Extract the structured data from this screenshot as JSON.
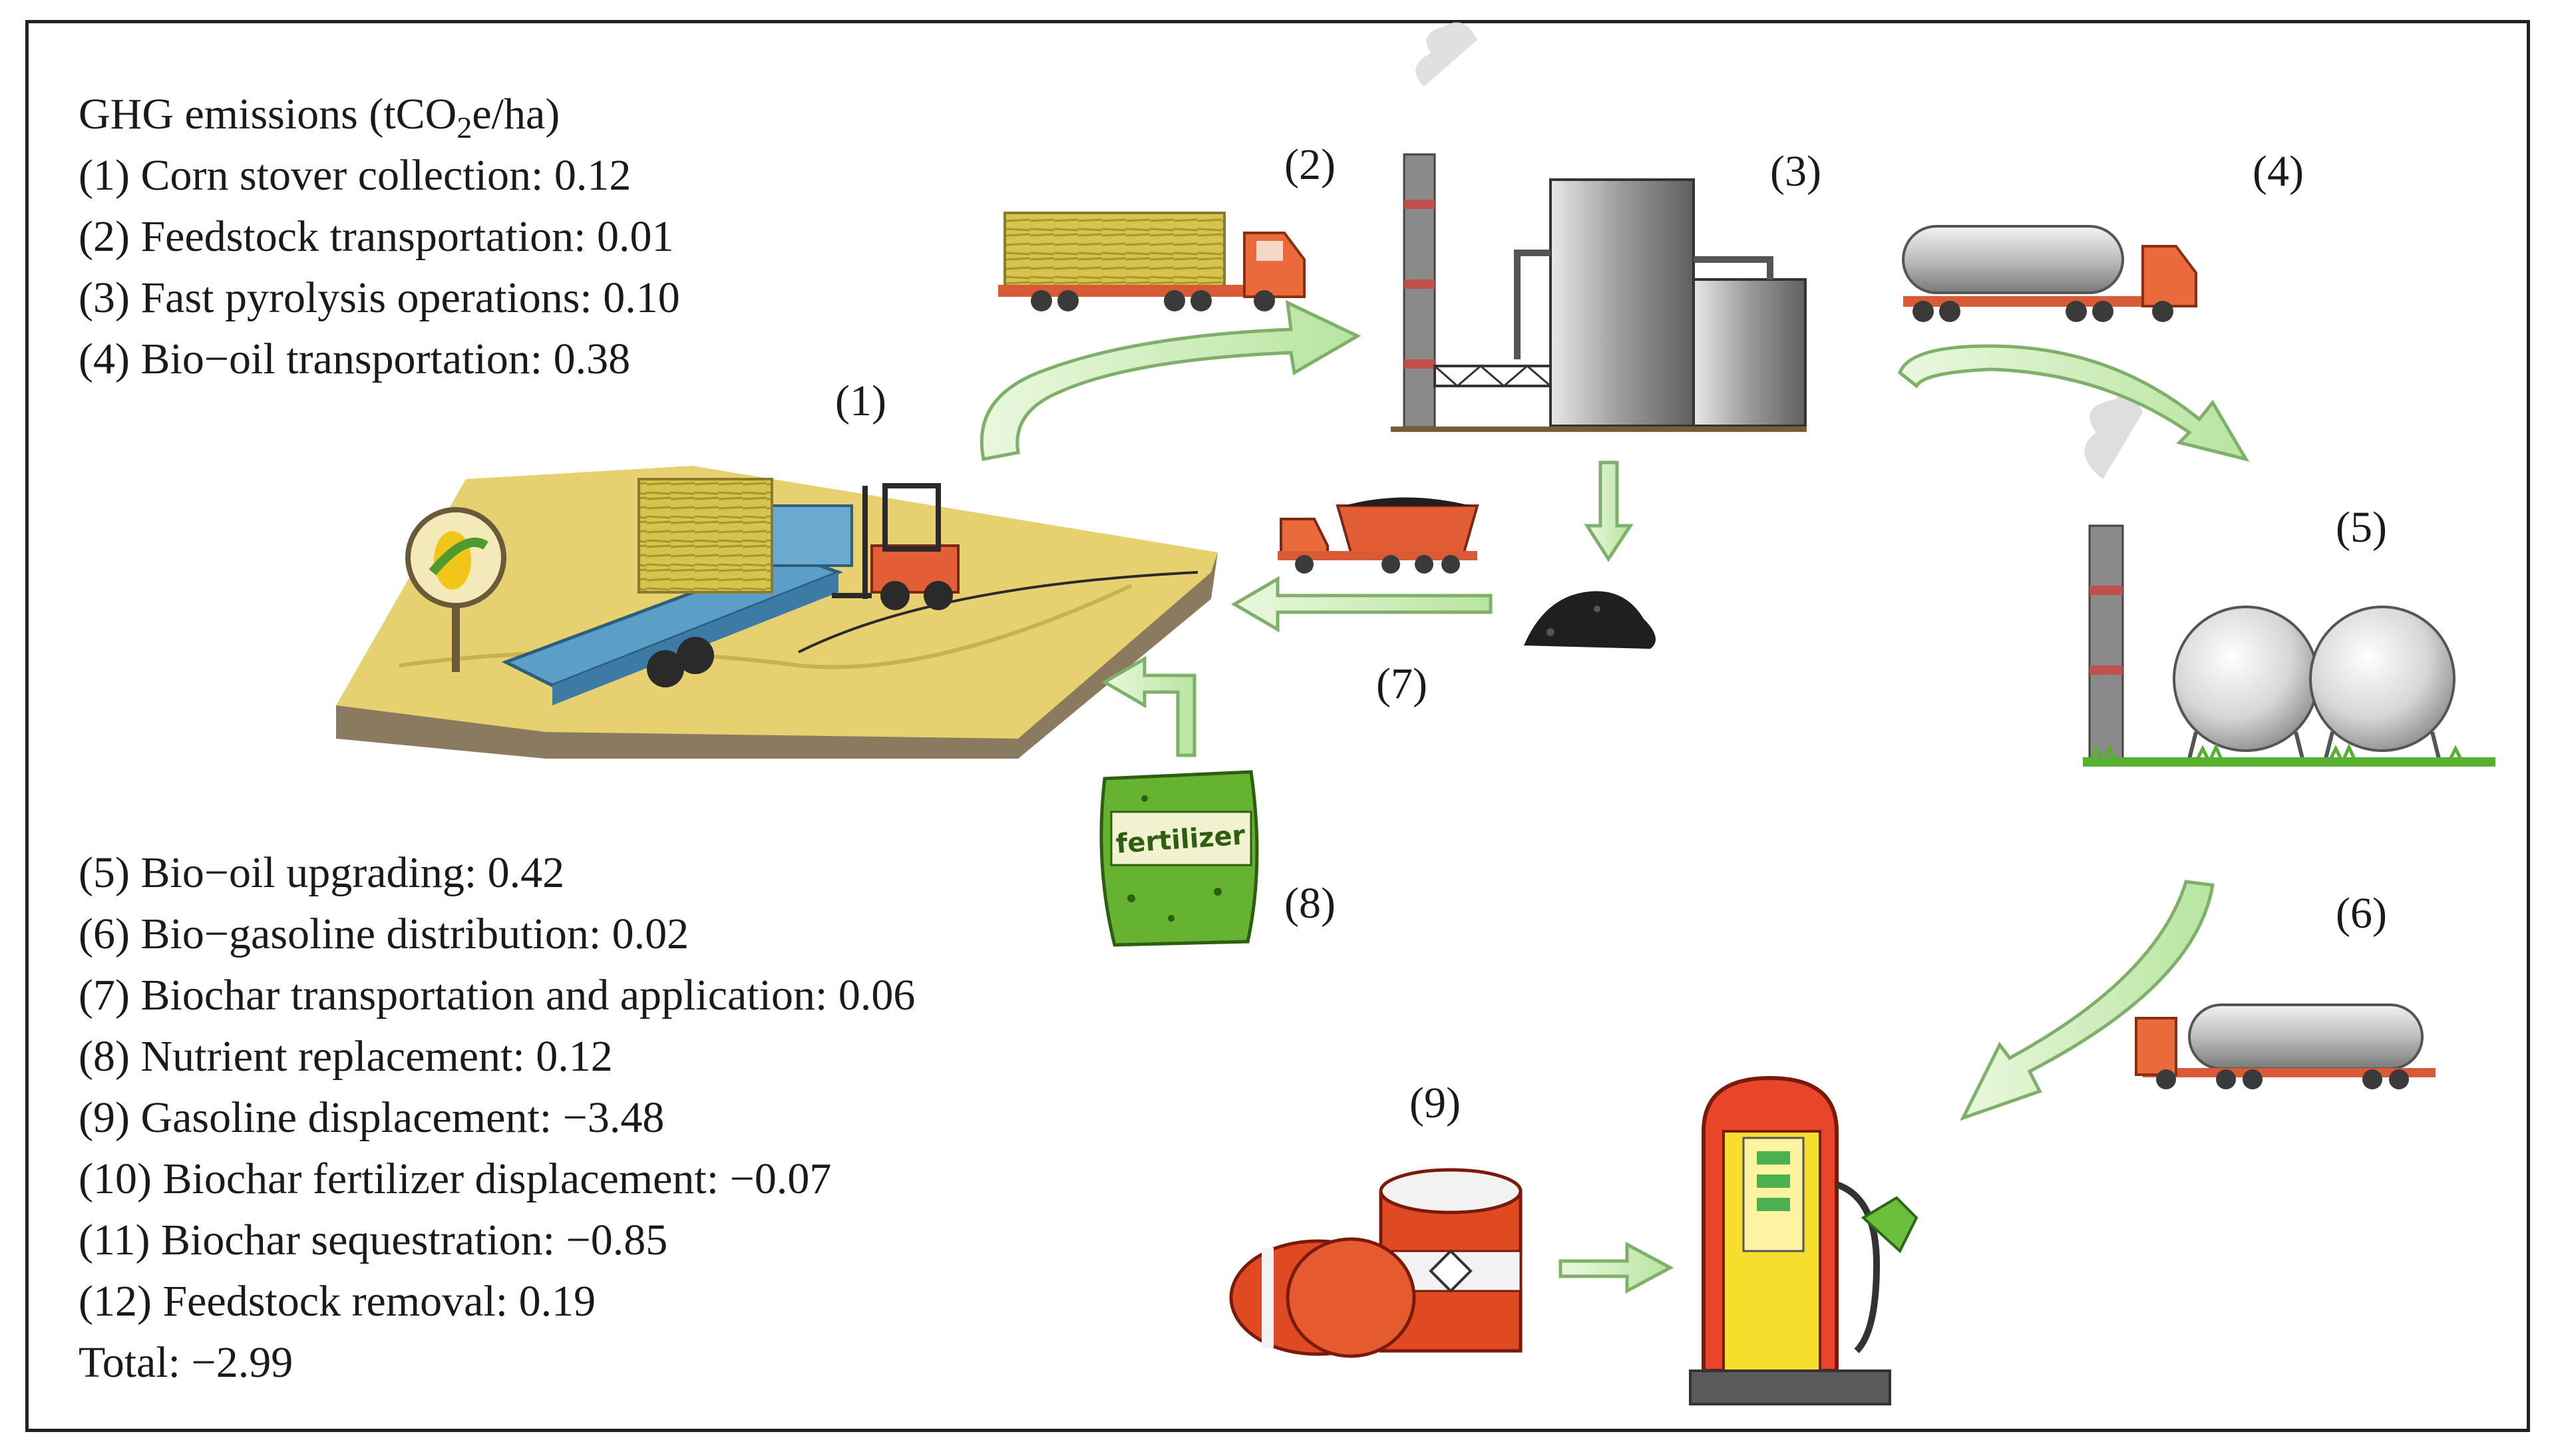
{
  "legend_top": {
    "title_prefix": "GHG emissions (tCO",
    "title_sub": "2",
    "title_suffix": "e/ha)",
    "items": [
      "(1) Corn stover collection: 0.12",
      "(2) Feedstock transportation: 0.01",
      "(3) Fast pyrolysis operations: 0.10",
      "(4) Bio−oil transportation: 0.38"
    ]
  },
  "legend_bottom": {
    "items": [
      "(5) Bio−oil upgrading: 0.42",
      "(6) Bio−gasoline distribution: 0.02",
      "(7) Biochar transportation and application: 0.06",
      "(8) Nutrient replacement: 0.12",
      "(9) Gasoline displacement: −3.48",
      "(10) Biochar fertilizer displacement: −0.07",
      "(11) Biochar sequestration: −0.85",
      "(12) Feedstock removal: 0.19",
      "Total: −2.99"
    ]
  },
  "step_labels": {
    "s1": "(1)",
    "s2": "(2)",
    "s3": "(3)",
    "s4": "(4)",
    "s5": "(5)",
    "s6": "(6)",
    "s7": "(7)",
    "s8": "(8)",
    "s9": "(9)"
  },
  "fertilizer_bag_text": "fertilizer",
  "colors": {
    "arrow_fill": "#c8ecb4",
    "arrow_stroke": "#7fb06a",
    "truck_cab": "#e8603a",
    "hay": "#d9c24a",
    "field": "#e4cf6a",
    "soil": "#9b8a6c",
    "trailer_blue": "#5b9fc8",
    "tank_gray": "#c9c9c9",
    "pump_red": "#e8452b",
    "pump_yellow": "#f6df2c",
    "grass": "#57b030",
    "barrel_red": "#e04a22"
  },
  "icons": [
    "corn-stover-field",
    "hay-truck",
    "pyrolysis-plant",
    "oil-tanker-truck",
    "upgrading-refinery",
    "gasoline-tanker-truck",
    "gas-pump",
    "oil-barrels",
    "fertilizer-bag",
    "biochar-pile",
    "biochar-truck",
    "corn-sign",
    "forklift"
  ]
}
